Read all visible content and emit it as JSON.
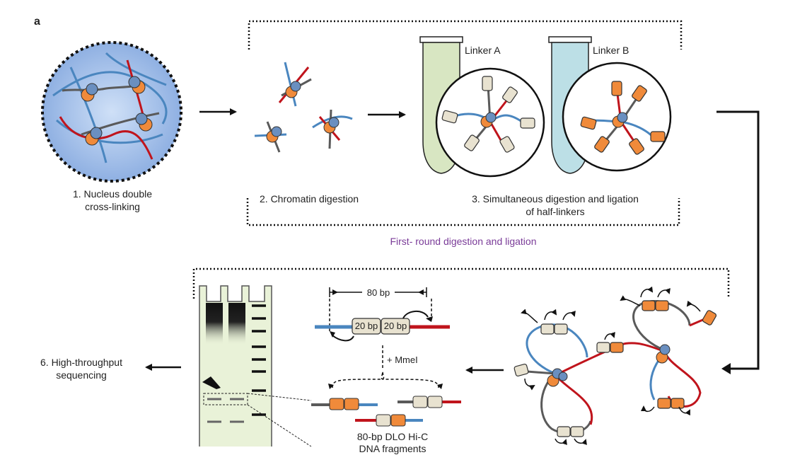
{
  "panel_label": "a",
  "round_label": "First- round digestion and ligation",
  "steps": {
    "s1_line1": "1. Nucleus double",
    "s1_line2": "cross-linking",
    "s2": "2. Chromatin digestion",
    "s3_line1": "3. Simultaneous digestion and ligation",
    "s3_line2": "of half-linkers",
    "s6_line1": "6. High-throughput",
    "s6_line2": "sequencing"
  },
  "linkers": {
    "a": "Linker A",
    "b": "Linker B"
  },
  "fragment": {
    "length_label": "80 bp",
    "half_left": "20 bp",
    "half_right": "20 bp",
    "enzyme": "+ MmeI",
    "product_line1": "80-bp DLO Hi-C",
    "product_line2": "DNA fragments"
  },
  "colors": {
    "red": "#c0141c",
    "blue": "#4a86bf",
    "gray": "#5a5a5a",
    "orange": "#f08a3a",
    "beige": "#e8e2d0",
    "nucleus": "#aec6ea",
    "tube_green": "#d8e6c2",
    "tube_blue": "#bcdfe6",
    "gel": "#e9f2d8",
    "purple": "#7a3b98"
  }
}
